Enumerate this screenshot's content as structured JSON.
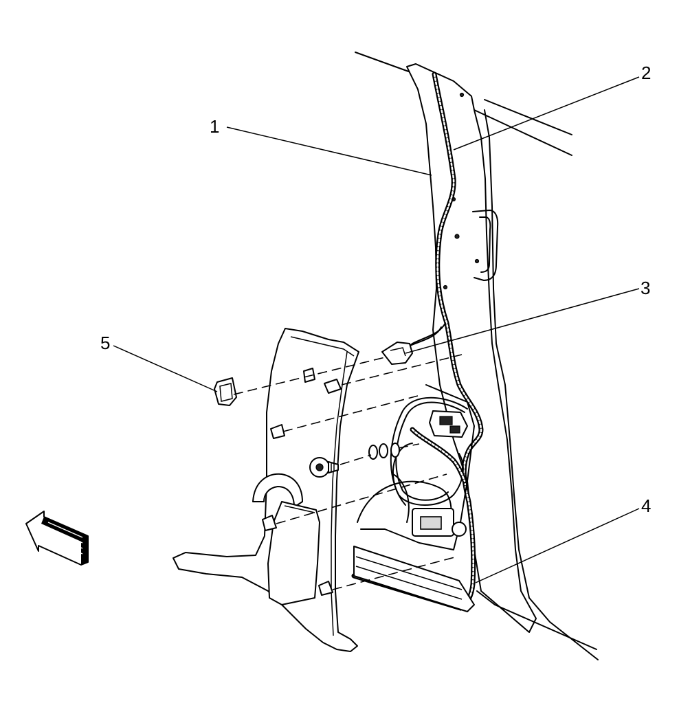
{
  "callouts": {
    "c1": "1",
    "c2": "2",
    "c3": "3",
    "c4": "4",
    "c5": "5"
  },
  "colors": {
    "line": "#000000",
    "background": "#ffffff",
    "shading": "#d9d9d9"
  },
  "icons": {
    "view_direction": "arrow-icon"
  }
}
